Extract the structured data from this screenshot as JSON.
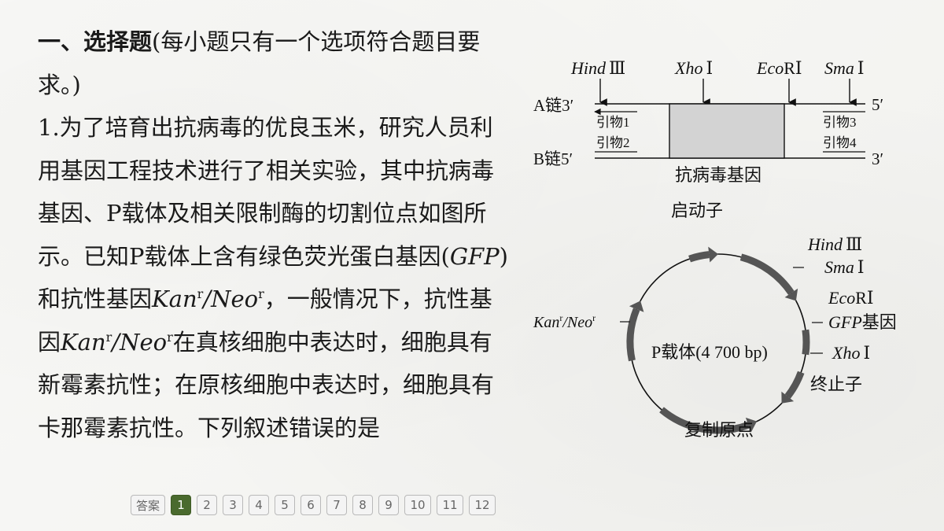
{
  "question": {
    "section_title": "一、选择题",
    "section_note": "(每小题只有一个选项符合题目要求。)",
    "p1": "1.为了培育出抗病毒的优良玉米，研究人员利用基因工程技术进行了相关实验，其中抗病毒基因、P载体及相关限制酶的切割位点如图所示。已知P载体上含有绿色荧光蛋白基因(",
    "gfp": "GFP",
    "p2": ")和抗性基因",
    "kan1": "Kan",
    "r1": "r",
    "slash1": "/",
    "neo1": "Neo",
    "r2": "r",
    "p3": "，一般情况下，抗性基因",
    "kan2": "Kan",
    "r3": "r",
    "slash2": "/",
    "neo2": "Neo",
    "r4": "r",
    "p4": "在真核细胞中表达时，细胞具有新霉素抗性；在原核细胞中表达时，细胞具有卡那霉素抗性。下列叙述错误的是"
  },
  "diagram": {
    "top": {
      "hind_i": "Hind",
      "hind_n": "Ⅲ",
      "xho_i": "Xho",
      "xho_n": "Ⅰ",
      "eco_i": "Eco",
      "eco_n": "RⅠ",
      "sma_i": "Sma",
      "sma_n": "Ⅰ",
      "strand_a": "A链",
      "a_left_end": "3′",
      "a_right_end": "5′",
      "strand_b": "B链",
      "b_left_end": "5′",
      "b_right_end": "3′",
      "primer1": "引物1",
      "primer2": "引物2",
      "primer3": "引物3",
      "primer4": "引物4",
      "gene_label": "抗病毒基因",
      "gene_fill": "#d3d3d3"
    },
    "plasmid": {
      "promoter": "启动子",
      "hind_i": "Hind",
      "hind_n": "Ⅲ",
      "sma_i": "Sma",
      "sma_n": "Ⅰ",
      "eco_i": "Eco",
      "eco_n": "RⅠ",
      "gfp_i": "GFP",
      "gfp_n": "基因",
      "xho_i": "Xho",
      "xho_n": "Ⅰ",
      "terminator": "终止子",
      "origin": "复制原点",
      "kan": "Kan",
      "kan_r": "r",
      "slash": "/",
      "neo": "Neo",
      "neo_r": "r",
      "center_label": "P载体(4 700 bp)",
      "segment_color": "#555555"
    }
  },
  "navigation": {
    "answer_label": "答案",
    "pages": [
      "1",
      "2",
      "3",
      "4",
      "5",
      "6",
      "7",
      "8",
      "9",
      "10",
      "11",
      "12"
    ],
    "current_page": "1",
    "active_color": "#4a6a2e"
  }
}
